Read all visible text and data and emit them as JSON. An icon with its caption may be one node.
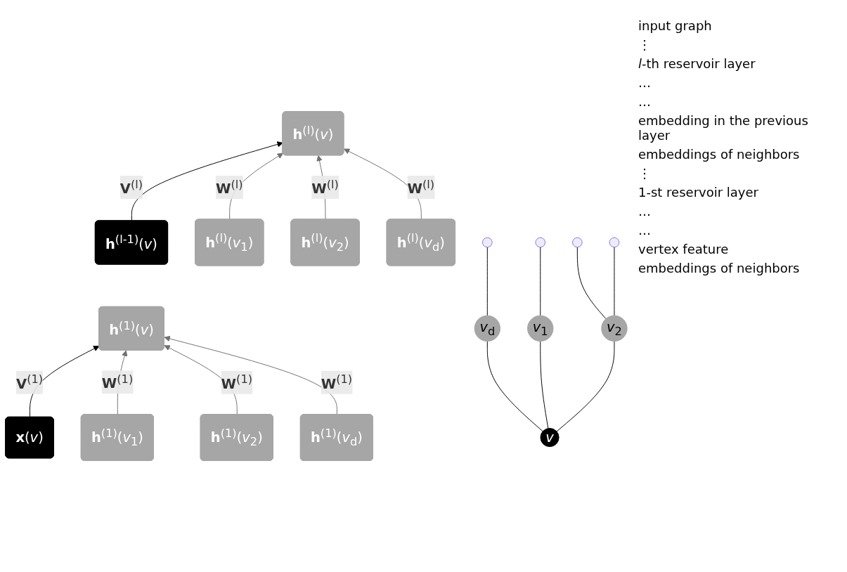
{
  "diagram": {
    "nodes": [
      {
        "text": [
          "*v*"
        ]
      },
      {
        "text": [
          "*v*$_{d}$"
        ]
      },
      {
        "text": [
          "*v*$_{1}$"
        ]
      },
      {
        "text": [
          "*v*$_{2}$"
        ]
      },
      {
        "text": [
          "**h**$^{(l)}$(*v*)"
        ]
      },
      {
        "text": [
          "**h**$^{(l-1)}$(*v*)"
        ]
      },
      {
        "text": [
          "**h**$^{(l)}$(*v*$_{1}$)"
        ]
      },
      {
        "text": [
          "**h**$^{(l)}$(*v*$_{2}$)"
        ]
      },
      {
        "text": [
          "**h**$^{(l)}$(*v*$_{d}$)"
        ]
      },
      {
        "text": [
          "**h**$^{(1)}$(*v*)"
        ]
      },
      {
        "text": [
          "**x**(*v*)"
        ]
      },
      {
        "text": [
          "**h**$^{(1)}$(*v*$_{1}$)"
        ]
      },
      {
        "text": [
          "**h**$^{(1)}$(*v*$_{2}$)"
        ]
      },
      {
        "text": [
          "**h**$^{(1)}$(*v*$_{d}$)"
        ]
      }
    ],
    "edges": [
      {
        "from": 0,
        "to": 1,
        "arrow": "none"
      },
      {
        "from": 0,
        "to": 2,
        "arrow": "none"
      },
      {
        "from": 0,
        "to": 3,
        "arrow": "none"
      },
      {
        "from": 1,
        "to": null,
        "arrow": "none"
      },
      {
        "from": 2,
        "to": null,
        "arrow": "none"
      },
      {
        "from": 3,
        "to": null,
        "arrow": "none"
      },
      {
        "from": 3,
        "to": null,
        "arrow": "none"
      },
      {
        "from": 5,
        "to": 4,
        "arrow": "to",
        "label": "**V**$^{(l)}$"
      },
      {
        "from": 6,
        "to": 4,
        "arrow": "to",
        "label": "**W**$^{(l)}$",
        "color": "#707070"
      },
      {
        "from": 7,
        "to": 4,
        "arrow": "to",
        "label": "**W**$^{(l)}$",
        "color": "#707070"
      },
      {
        "from": 8,
        "to": 4,
        "arrow": "to",
        "label": "**W**$^{(l)}$",
        "color": "#707070"
      },
      {
        "from": 10,
        "to": 9,
        "arrow": "to",
        "label": "**V**$^{(1)}$"
      },
      {
        "from": 11,
        "to": 9,
        "arrow": "to",
        "label": "**W**$^{(1)}$",
        "color": "#707070"
      },
      {
        "from": 12,
        "to": 9,
        "arrow": "to",
        "label": "**W**$^{(1)}$",
        "color": "#707070"
      },
      {
        "from": 13,
        "to": 9,
        "arrow": "to",
        "label": "**W**$^{(1)}$",
        "color": "#707070"
      }
    ],
    "labels": [
      "input graph",
      "⋮",
      "*l*-th reservoir layer",
      "…",
      "…",
      "embedding in the previous layer",
      "embeddings of neighbors",
      "⋮",
      "1-st reservoir layer",
      "…",
      "…",
      "vertex feature",
      "embeddings of neighbors"
    ]
  }
}
